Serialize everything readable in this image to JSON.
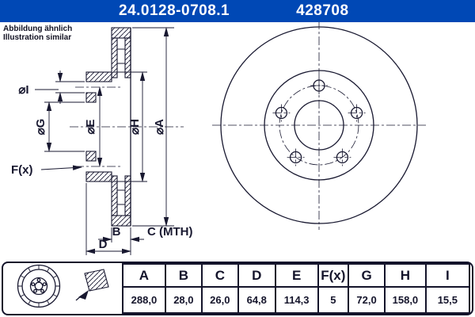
{
  "header": {
    "part_number": "24.0128-0708.1",
    "reference_number": "428708"
  },
  "note": {
    "line1": "Abbildung ähnlich",
    "line2": "Illustration similar"
  },
  "drawing": {
    "labels": {
      "dia_i": "⌀I",
      "dia_g": "⌀G",
      "dia_e": "⌀E",
      "dia_h": "⌀H",
      "dia_a": "⌀A",
      "f": "F(x)",
      "b": "B",
      "c": "C (MTH)",
      "d": "D"
    }
  },
  "table": {
    "columns": [
      "A",
      "B",
      "C",
      "D",
      "E",
      "F(x)",
      "G",
      "H",
      "I"
    ],
    "values": [
      "288,0",
      "28,0",
      "26,0",
      "64,8",
      "114,3",
      "5",
      "72,0",
      "158,0",
      "15,5"
    ]
  },
  "colors": {
    "header_bg": "#0048B5",
    "line": "#181830"
  }
}
